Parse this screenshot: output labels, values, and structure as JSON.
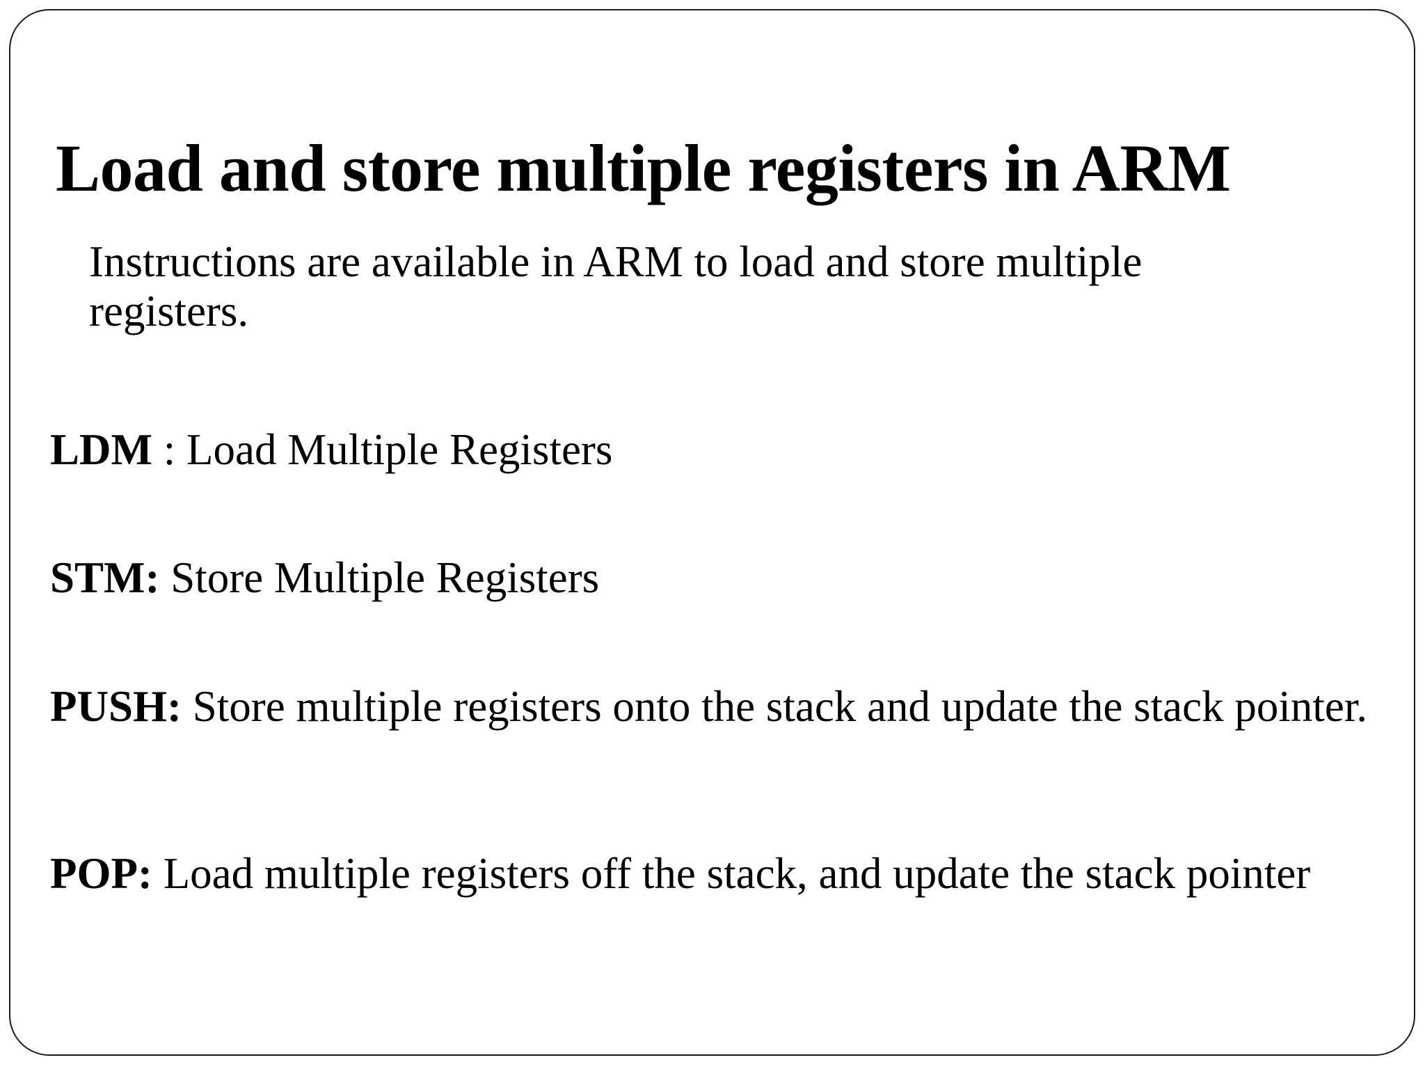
{
  "slide": {
    "title": "Load and store multiple registers in ARM",
    "intro": "Instructions are available in ARM to load and store multiple registers.",
    "items": [
      {
        "lead": "LDM",
        "separator": " : ",
        "text": "Load Multiple Registers"
      },
      {
        "lead": "STM:",
        "separator": " ",
        "text": "Store Multiple Registers"
      },
      {
        "lead": "PUSH:",
        "separator": " ",
        "text": "Store multiple registers onto the stack and update the stack pointer."
      },
      {
        "lead": "POP:",
        "separator": " ",
        "text": "Load multiple registers off the stack, and update the stack pointer"
      }
    ],
    "colors": {
      "background": "#ffffff",
      "text": "#000000",
      "border": "#1a1a1a"
    }
  }
}
